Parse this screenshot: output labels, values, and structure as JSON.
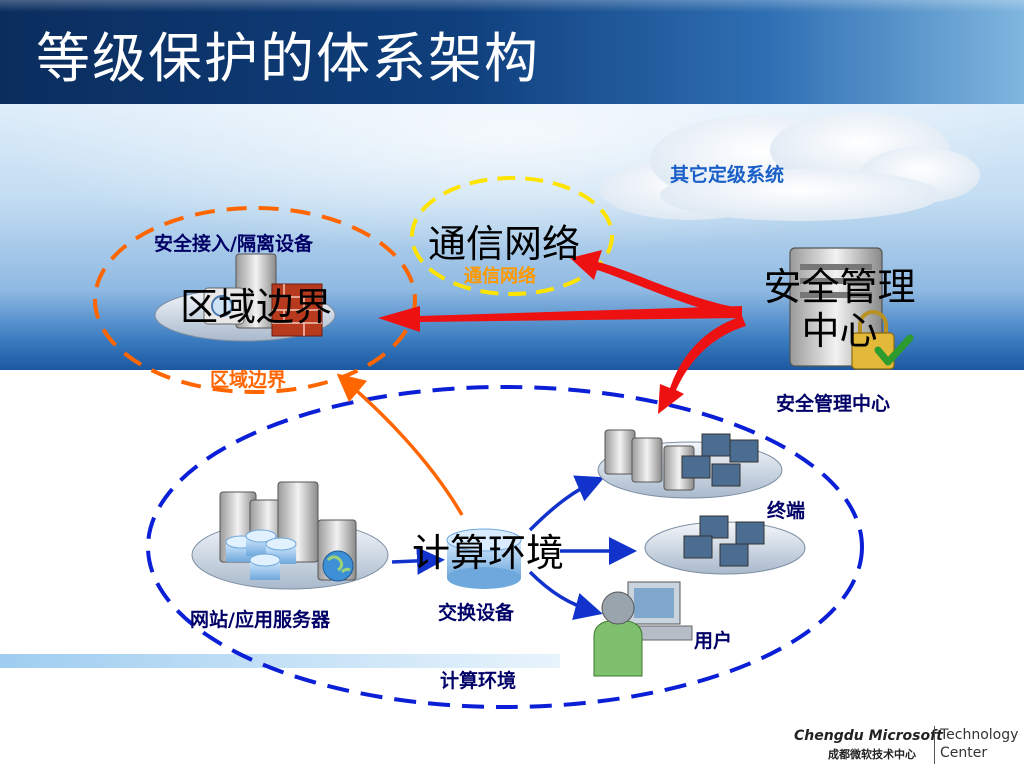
{
  "title": "等级保护的体系架构",
  "labels": {
    "other_systems": "其它定级系统",
    "network_big": "通信网络",
    "network_small": "通信网络",
    "access_device": "安全接入/隔离设备",
    "boundary_big": "区域边界",
    "boundary_small": "区域边界",
    "smc_big": "安全管理中心",
    "smc_small": "安全管理中心",
    "terminal": "终端",
    "compute_big": "计算环境",
    "switch_device": "交换设备",
    "server": "网站/应用服务器",
    "user": "用户",
    "compute_small": "计算环境"
  },
  "logo": {
    "main": "Chengdu Microsoft",
    "sub": "成都微软技术中心",
    "tech_line1": "Technology",
    "tech_line2": "Center"
  },
  "colors": {
    "title_text": "#ffffff",
    "boundary_ellipse": "#ff6600",
    "network_ellipse": "#ffe400",
    "compute_ellipse": "#0a1fd6",
    "red_arrow": "#ee1111",
    "blue_arrow": "#1133cc",
    "orange_arrow": "#ff6600"
  }
}
